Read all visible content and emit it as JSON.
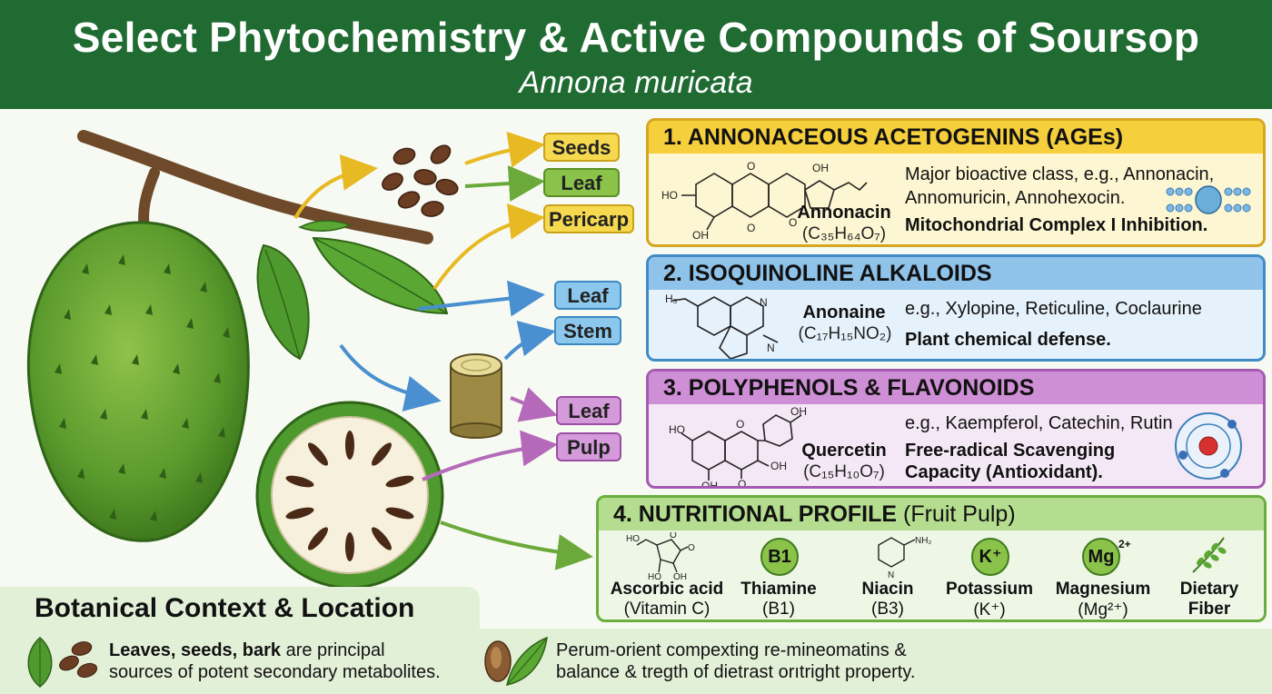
{
  "header": {
    "title": "Select Phytochemistry & Active Compounds of Soursop",
    "subtitle": "Annona muricata"
  },
  "tags": {
    "seeds": "Seeds",
    "leaf1": "Leaf",
    "pericarp": "Pericarp",
    "leaf2": "Leaf",
    "stem": "Stem",
    "leaf3": "Leaf",
    "pulp": "Pulp"
  },
  "panels": {
    "p1": {
      "title": "1. ANNONACEOUS ACETOGENINS (AGEs)",
      "compound": "Annonacin",
      "formula": "(C₃₅H₆₄O₇)",
      "desc1": "Major bioactive class, e.g., Annonacin,",
      "desc2": "Annomuricin, Annohexocin.",
      "effect": "Mitochondrial Complex I Inhibition.",
      "struct_labels": [
        "HO",
        "OH",
        "O",
        "O",
        "OH",
        "O"
      ]
    },
    "p2": {
      "title": "2.  ISOQUINOLINE ALKALOIDS",
      "compound": "Anonaine",
      "formula": "(C₁₇H₁₅NO₂)",
      "desc": "e.g., Xylopine, Reticuline, Coclaurine",
      "effect": "Plant chemical defense.",
      "struct_labels": [
        "H₃",
        "N",
        "N"
      ]
    },
    "p3": {
      "title": "3.   POLYPHENOLS & FLAVONOIDS",
      "compound": "Quercetin",
      "formula": "(C₁₅H₁₀O₇)",
      "desc": "e.g., Kaempferol, Catechin, Rutin",
      "effect1": "Free-radical Scavenging",
      "effect2": "Capacity (Antioxidant).",
      "struct_labels": [
        "OH",
        "HO",
        "O",
        "OH",
        "OH",
        "O"
      ]
    },
    "p4": {
      "title_bold": "4.  NUTRITIONAL PROFILE",
      "title_normal": " (Fruit Pulp)",
      "struct_labels": [
        "HO",
        "HO",
        "OH",
        "O",
        "O",
        "NH₂",
        "N"
      ],
      "badges": {
        "b1": "B1",
        "k": "K⁺",
        "mg": "Mg",
        "mg_sup": "2+"
      },
      "items": [
        {
          "name": "Ascorbic acid",
          "sub": "(Vitamin C)"
        },
        {
          "name": "Thiamine",
          "sub": "(B1)"
        },
        {
          "name": "Niacin",
          "sub": "(B3)"
        },
        {
          "name": "Potassium",
          "sub": "(K⁺)"
        },
        {
          "name": "Magnesium",
          "sub": "(Mg²⁺)"
        },
        {
          "name": "Dietary",
          "sub": "Fiber"
        }
      ]
    }
  },
  "bottom": {
    "title": "Botanical Context & Location",
    "text1_bold": "Leaves, seeds, bark",
    "text1_rest": " are principal",
    "text1_line2": "sources of potent secondary metabolites.",
    "text2_line1": "Perum-orient compexting re-mineomatins &",
    "text2_line2": "balance & tregth of dietrast orıtright property."
  },
  "colors": {
    "header_green": "#1f6b32",
    "acetogenins_yellow": "#f6cf3c",
    "alkaloids_blue": "#8fc3ea",
    "polyphenols_purple": "#cf8fd6",
    "nutrition_green": "#b5dd8f"
  }
}
